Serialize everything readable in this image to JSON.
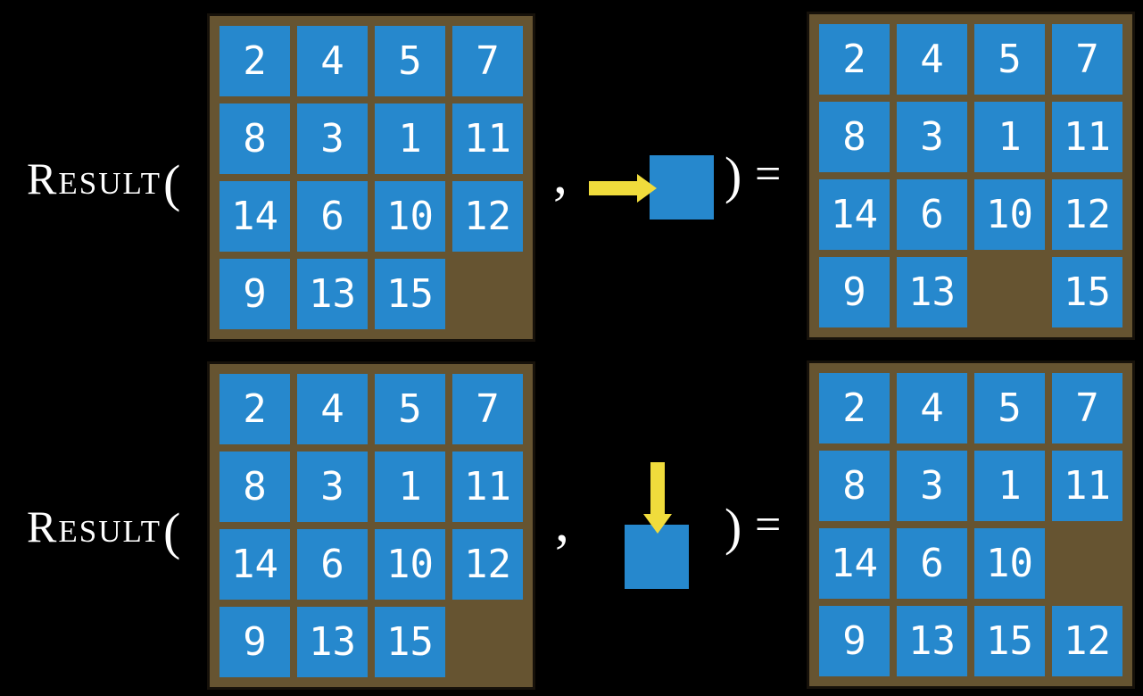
{
  "colors": {
    "background": "#000000",
    "board": "#665431",
    "board-border": "#16110a",
    "tile": "#2688cd",
    "arrow": "#f0dc3c",
    "text": "#ffffff"
  },
  "figure": {
    "function_name": "Result",
    "open_paren": "(",
    "comma": ",",
    "close_paren": ")",
    "equals": "=",
    "rows": [
      {
        "action_icon": "arrow-right-icon",
        "input_board": [
          [
            "2",
            "4",
            "5",
            "7"
          ],
          [
            "8",
            "3",
            "1",
            "11"
          ],
          [
            "14",
            "6",
            "10",
            "12"
          ],
          [
            "9",
            "13",
            "15",
            ""
          ]
        ],
        "output_board": [
          [
            "2",
            "4",
            "5",
            "7"
          ],
          [
            "8",
            "3",
            "1",
            "11"
          ],
          [
            "14",
            "6",
            "10",
            "12"
          ],
          [
            "9",
            "13",
            "",
            "15"
          ]
        ]
      },
      {
        "action_icon": "arrow-down-icon",
        "input_board": [
          [
            "2",
            "4",
            "5",
            "7"
          ],
          [
            "8",
            "3",
            "1",
            "11"
          ],
          [
            "14",
            "6",
            "10",
            "12"
          ],
          [
            "9",
            "13",
            "15",
            ""
          ]
        ],
        "output_board": [
          [
            "2",
            "4",
            "5",
            "7"
          ],
          [
            "8",
            "3",
            "1",
            "11"
          ],
          [
            "14",
            "6",
            "10",
            ""
          ],
          [
            "9",
            "13",
            "15",
            "12"
          ]
        ]
      }
    ]
  }
}
